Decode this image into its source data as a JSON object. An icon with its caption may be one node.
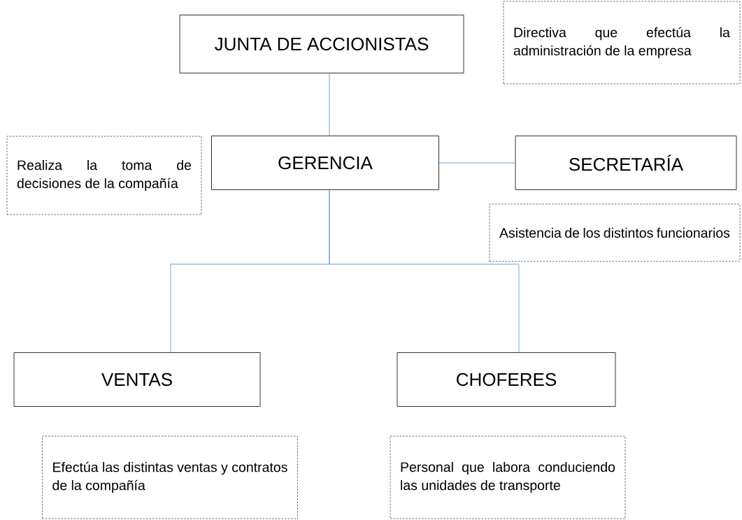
{
  "diagram": {
    "nodes": [
      {
        "text": [
          "JUNTA DE ACCIONISTAS"
        ]
      },
      {
        "text": [
          "GERENCIA"
        ]
      },
      {
        "text": [
          "SECRETARÍA"
        ]
      },
      {
        "text": [
          "VENTAS"
        ]
      },
      {
        "text": [
          "CHOFERES"
        ]
      },
      {
        "text": [
          "Directiva que efectúa la administración de la empresa"
        ]
      },
      {
        "text": [
          "Realiza la toma de decisiones de la compañía"
        ]
      },
      {
        "text": [
          "Asistencia de los distintos funcionarios"
        ]
      },
      {
        "text": [
          "Efectúa las distintas ventas y contratos de la compañía"
        ]
      },
      {
        "text": [
          "Personal que labora conduciendo las unidades de transporte"
        ]
      }
    ],
    "edges": [
      {
        "from": 0,
        "to": 1,
        "arrow": "none"
      },
      {
        "from": 1,
        "to": 2,
        "arrow": "none"
      },
      {
        "from": 1,
        "to": 3,
        "arrow": "none"
      },
      {
        "from": 1,
        "to": 4,
        "arrow": "none"
      }
    ]
  }
}
